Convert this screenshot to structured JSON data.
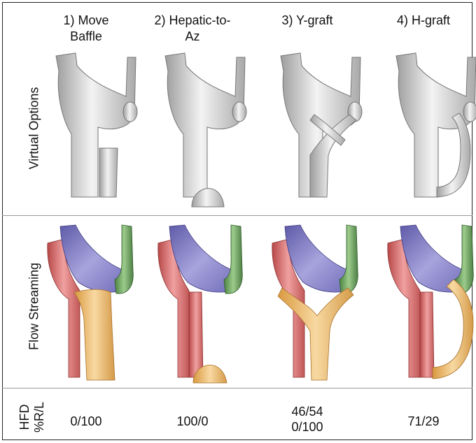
{
  "columns": [
    {
      "title": "1) Move\nBaffle",
      "hfd": [
        "0/100"
      ]
    },
    {
      "title": "2) Hepatic-to-\nAz",
      "hfd": [
        "100/0"
      ]
    },
    {
      "title": "3) Y-graft",
      "hfd": [
        "46/54",
        "0/100"
      ]
    },
    {
      "title": "4) H-graft",
      "hfd": [
        "71/29"
      ]
    }
  ],
  "rows": {
    "virtual": "Virtual Options",
    "flow": "Flow Streaming",
    "hfd_line1": "HFD",
    "hfd_line2": "%R/L"
  },
  "colors": {
    "surface": "#d9d9d9",
    "flow_blue": "#8a86c4",
    "flow_green": "#6e9f62",
    "flow_red": "#d46a6a",
    "flow_orange": "#e9b56a"
  }
}
